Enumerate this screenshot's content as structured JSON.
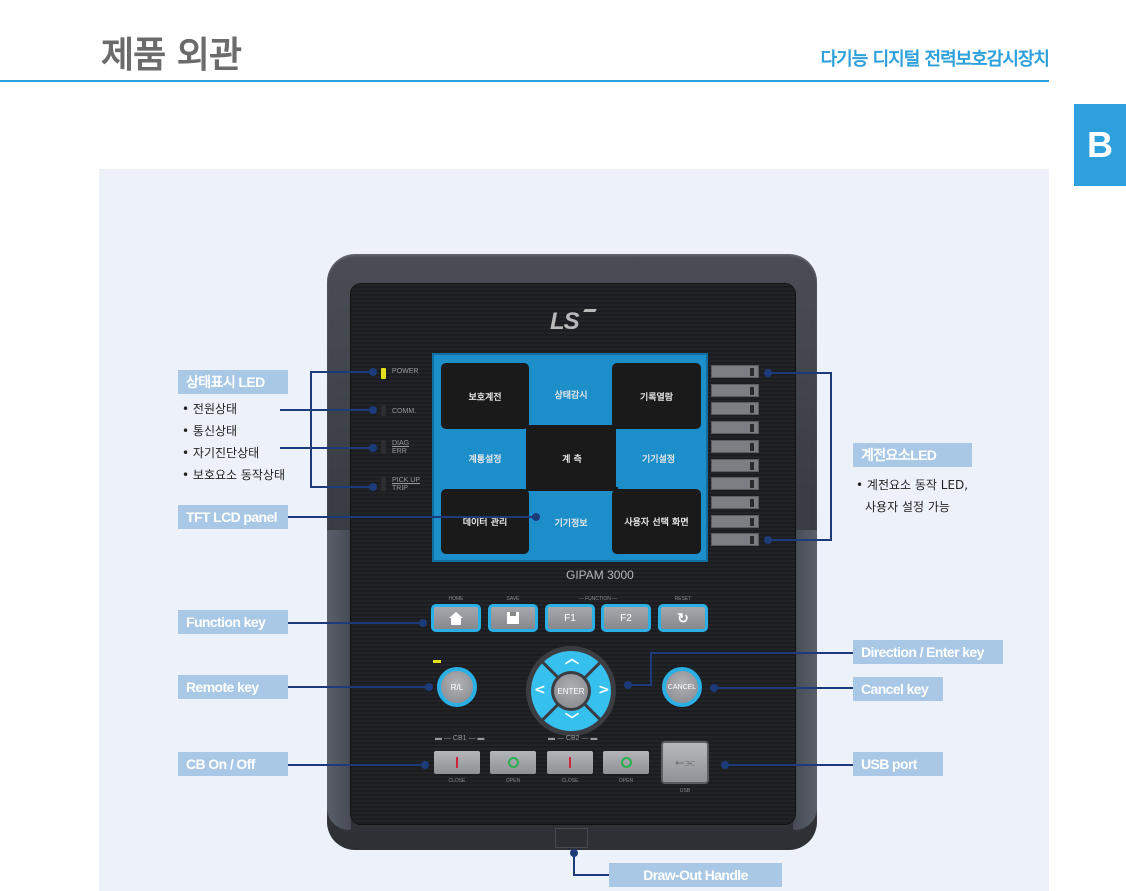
{
  "header": {
    "title": "제품 외관",
    "subtitle": "다기능 디지털 전력보호감시장치",
    "section_tab": "B"
  },
  "device": {
    "brand": "LS",
    "model": "GIPAM 3000",
    "status_leds": [
      {
        "lines": [
          "POWER"
        ],
        "on": true
      },
      {
        "lines": [
          "COMM."
        ],
        "on": false
      },
      {
        "lines": [
          "DIAG",
          "ERR"
        ],
        "on": false
      },
      {
        "lines": [
          "PICK UP",
          "TRIP"
        ],
        "on": false
      }
    ],
    "lcd_menu": [
      "보호계전",
      "상태감시",
      "기록열람",
      "계통설정",
      "계 측",
      "기기설정",
      "데이터 관리",
      "기기정보",
      "사용자 선택 화면"
    ],
    "element_led_count": 10,
    "function_keys": {
      "captions": {
        "home": "HOME",
        "save": "SAVE",
        "function": "FUNCTION",
        "reset": "RESET"
      },
      "f1": "F1",
      "f2": "F2"
    },
    "remote_key": "R/L",
    "enter_key": "ENTER",
    "cancel_key": "CANCEL",
    "cb": {
      "cb1": "CB1",
      "cb2": "CB2",
      "close": "CLOSE",
      "open": "OPEN"
    },
    "usb_caption": "USB"
  },
  "callouts": {
    "status_led": {
      "label": "상태표시 LED",
      "items": [
        "전원상태",
        "통신상태",
        "자기진단상태",
        "보호요소 동작상태"
      ]
    },
    "tft_lcd": "TFT LCD panel",
    "element_led": {
      "label": "계전요소LED",
      "items": [
        "계전요소 동작 LED,",
        "사용자 설정 가능"
      ]
    },
    "function_key": "Function key",
    "remote_key": "Remote key",
    "cb_onoff": "CB On / Off",
    "direction_enter": "Direction / Enter key",
    "cancel_key": "Cancel key",
    "usb_port": "USB port",
    "draw_out": "Draw-Out Handle"
  },
  "colors": {
    "accent": "#2ea1dc",
    "callout_bg": "#a8c8e6",
    "leader_line": "#1c3b7a",
    "panel_bg": "#edf2fa",
    "key_ring": "#2bb0e6",
    "power_led": "#e3e01d"
  }
}
